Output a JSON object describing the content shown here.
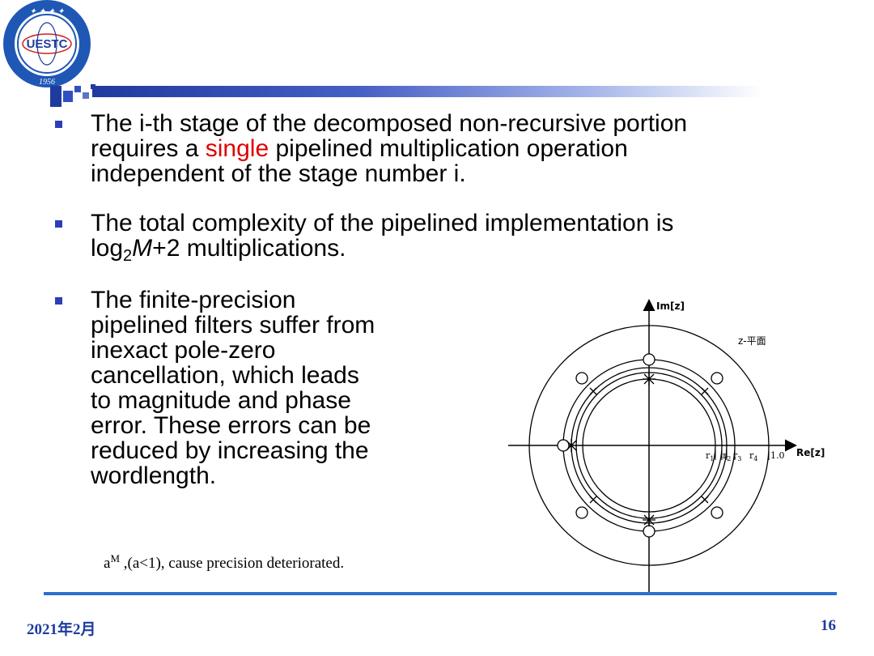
{
  "logo": {
    "text": "UESTC",
    "year": "1956"
  },
  "colors": {
    "accent": "#1f3b9e",
    "bullet": "#2c3fb8",
    "highlight": "#e00000",
    "footer_line": "#2d6fd0"
  },
  "bullets": [
    {
      "lines": [
        [
          "The i-th stage of the decomposed non-recursive portion"
        ],
        [
          "requires a ",
          "single",
          " pipelined multiplication operation"
        ],
        [
          "independent of the stage number i."
        ]
      ],
      "highlight": "single"
    },
    {
      "lines": [
        [
          "The total complexity of the pipelined implementation is"
        ],
        [
          "log",
          "2",
          "M",
          "+2 multiplications."
        ]
      ]
    },
    {
      "lines": [
        "The finite-precision",
        "pipelined filters suffer from",
        "inexact pole-zero",
        "cancellation, which leads",
        "to magnitude and phase",
        "error. These errors can be",
        "reduced by increasing the",
        "wordlength."
      ]
    }
  ],
  "note": {
    "base": "a",
    "exp": "M",
    "rest": " ,(a<1), cause precision deteriorated."
  },
  "figure": {
    "y_label": "Im[z]",
    "x_label": "Re[z]",
    "plane_label": "z-平面",
    "radius_labels": [
      "r",
      "1",
      "r",
      "2",
      "r",
      "3",
      "r",
      "4",
      "1.0"
    ]
  },
  "footer": {
    "date": "2021年2月",
    "page": "16"
  }
}
